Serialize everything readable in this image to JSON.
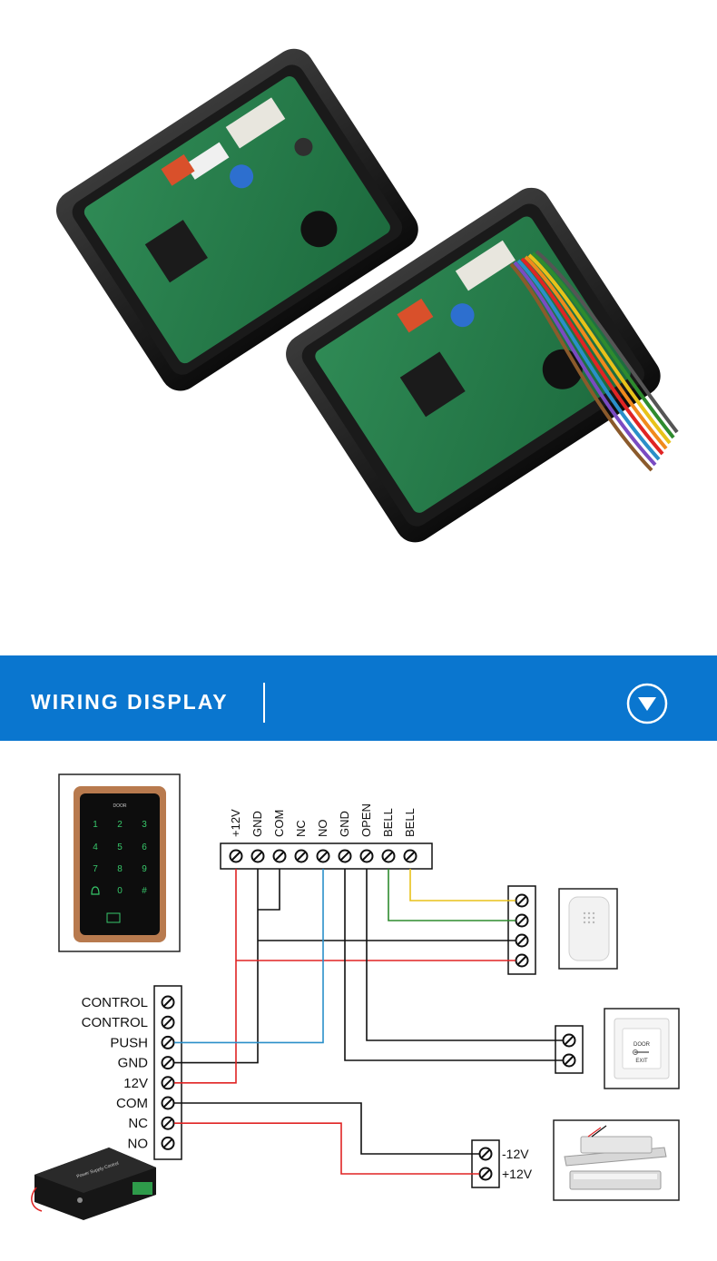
{
  "banner": {
    "title": "WIRING DISPLAY",
    "color": "#0a76cf",
    "icon": "chevron-down-icon"
  },
  "photo": {
    "subject": "two black plastic housings with green PCBs and colored wire harness"
  },
  "keypad": {
    "brand": "DOOR",
    "keys": [
      "1",
      "2",
      "3",
      "4",
      "5",
      "6",
      "7",
      "8",
      "9",
      "bell",
      "0",
      "#"
    ]
  },
  "main_terminals": [
    "+12V",
    "GND",
    "COM",
    "NC",
    "NO",
    "GND",
    "OPEN",
    "BELL",
    "BELL"
  ],
  "power_terminals": [
    "CONTROL",
    "CONTROL",
    "PUSH",
    "GND",
    "12V",
    "COM",
    "NC",
    "NO"
  ],
  "lock_terminals": [
    "-12V",
    "+12V"
  ],
  "exit_button": {
    "line1": "DOOR",
    "line2": "EXIT"
  },
  "power_box_label": "Power Supply Control",
  "wire_colors": {
    "red": "#e02424",
    "black": "#111111",
    "blue": "#2a8fc9",
    "yellow": "#e8c21a",
    "green": "#2e8b2e"
  }
}
